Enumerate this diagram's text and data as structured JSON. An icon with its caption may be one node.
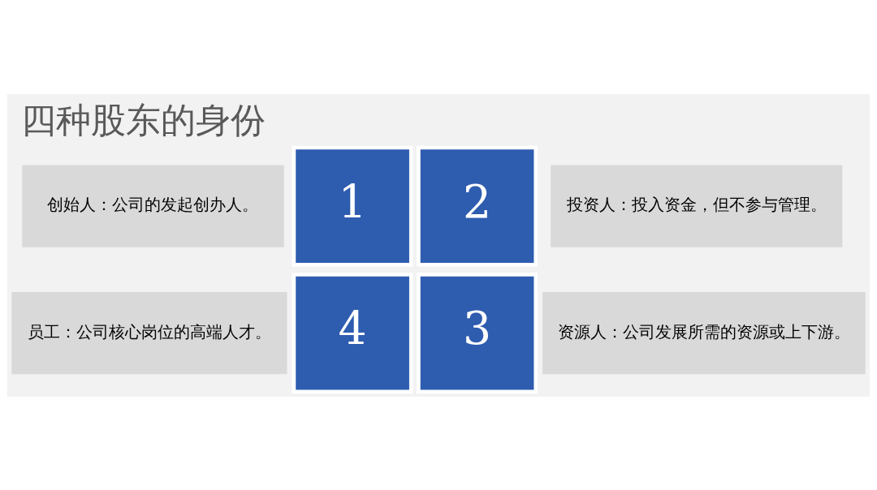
{
  "diagram": {
    "title": "四种股东的身份",
    "nodes": [
      {
        "text": [
          "创始人：公司的发起创办人。"
        ]
      },
      {
        "text": [
          "1"
        ]
      },
      {
        "text": [
          "2"
        ]
      },
      {
        "text": [
          "投资人：投入资金，但不参与管理。"
        ]
      },
      {
        "text": [
          "员工：公司核心岗位的高端人才。"
        ]
      },
      {
        "text": [
          "4"
        ]
      },
      {
        "text": [
          "3"
        ]
      },
      {
        "text": [
          "资源人：公司发展所需的资源或上下游。"
        ]
      }
    ],
    "edges": []
  }
}
